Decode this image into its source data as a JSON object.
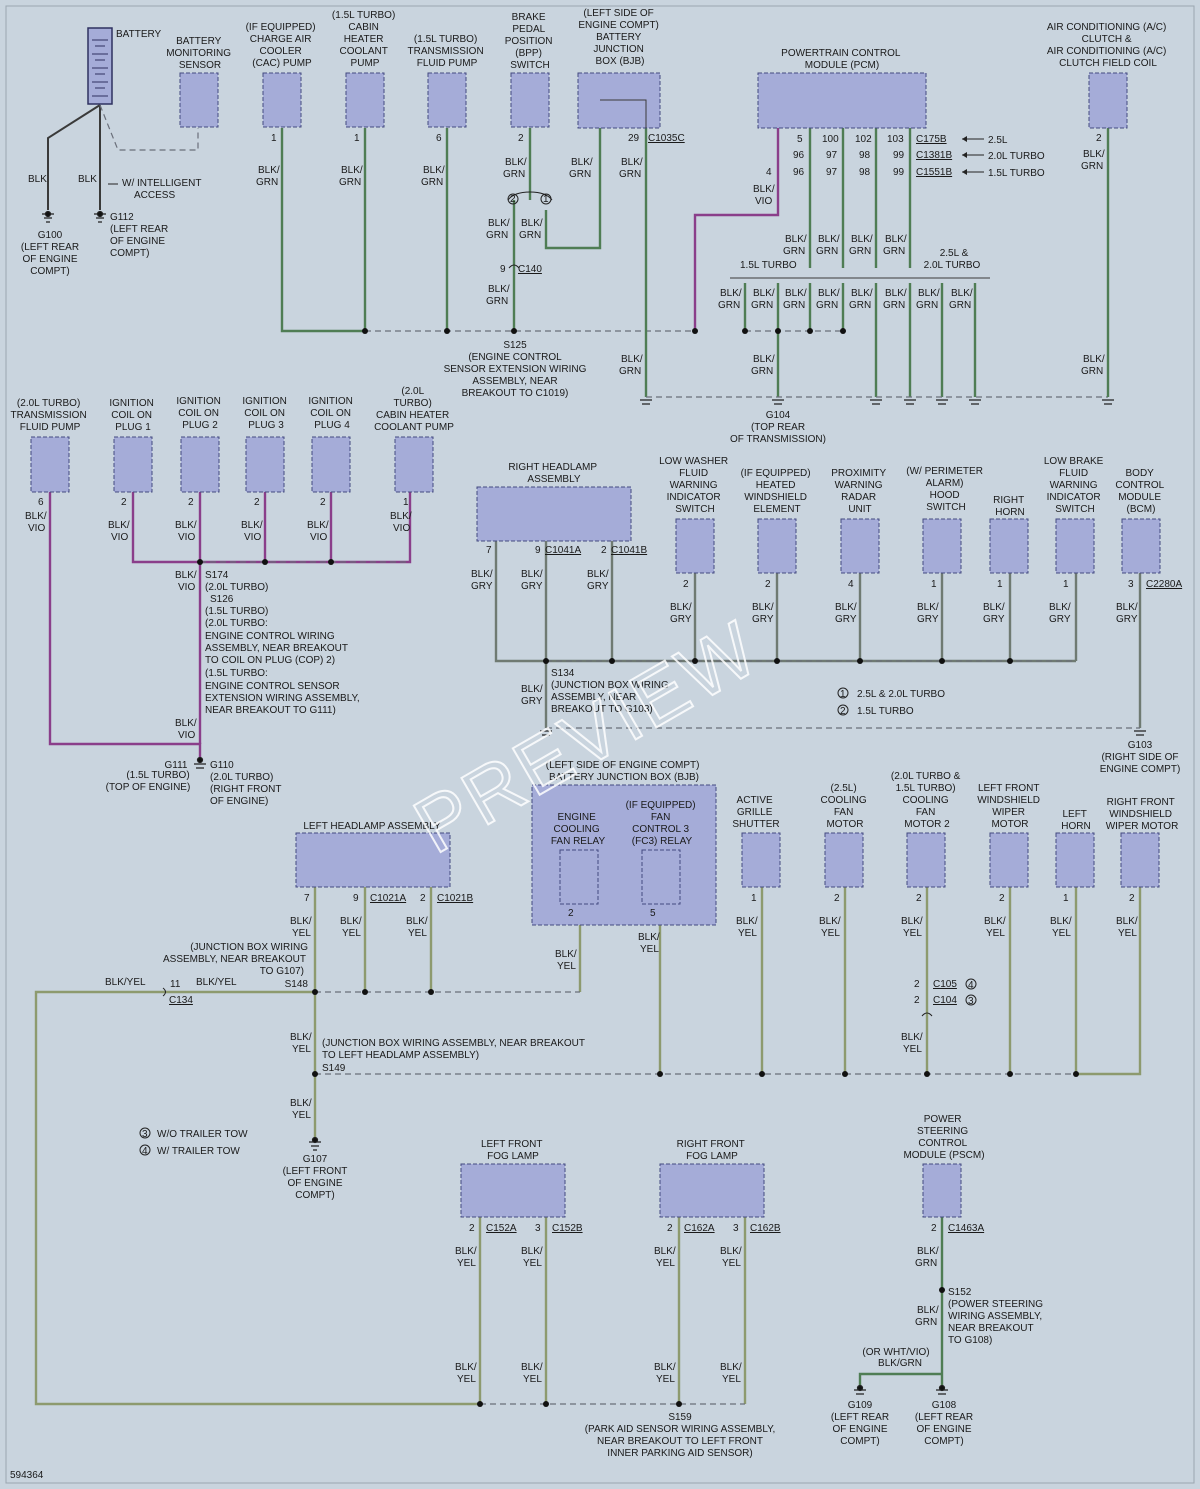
{
  "diagram_id": "594364",
  "watermark": "PREVIEW",
  "legend": {
    "note1": "2.5L & 2.0L TURBO",
    "note2": "1.5L TURBO",
    "note3": "W/O TRAILER TOW",
    "note4": "W/ TRAILER TOW"
  },
  "components": {
    "battery": "BATTERY",
    "bms": [
      "BATTERY",
      "MONITORING",
      "SENSOR"
    ],
    "cac_pump": [
      "(IF EQUIPPED)",
      "CHARGE AIR",
      "COOLER",
      "(CAC) PUMP"
    ],
    "cabin_heater_15": [
      "(1.5L TURBO)",
      "CABIN",
      "HEATER",
      "COOLANT",
      "PUMP"
    ],
    "trans_pump_15": [
      "(1.5L TURBO)",
      "TRANSMISSION",
      "FLUID PUMP"
    ],
    "bpp": [
      "BRAKE",
      "PEDAL",
      "POSITION",
      "(BPP)",
      "SWITCH"
    ],
    "bjb_top": [
      "(LEFT SIDE OF",
      "ENGINE COMPT)",
      "BATTERY",
      "JUNCTION",
      "BOX (BJB)"
    ],
    "pcm": [
      "POWERTRAIN CONTROL",
      "MODULE (PCM)"
    ],
    "ac_clutch": [
      "AIR CONDITIONING (A/C)",
      "CLUTCH &",
      "AIR CONDITIONING (A/C)",
      "CLUTCH FIELD COIL"
    ],
    "trans_pump_20": [
      "(2.0L TURBO)",
      "TRANSMISSION",
      "FLUID PUMP"
    ],
    "coil1": [
      "IGNITION",
      "COIL ON",
      "PLUG 1"
    ],
    "coil2": [
      "IGNITION",
      "COIL ON",
      "PLUG 2"
    ],
    "coil3": [
      "IGNITION",
      "COIL ON",
      "PLUG 3"
    ],
    "coil4": [
      "IGNITION",
      "COIL ON",
      "PLUG 4"
    ],
    "cabin_heater_20": [
      "(2.0L",
      "TURBO)",
      "CABIN HEATER",
      "COOLANT PUMP"
    ],
    "right_headlamp": [
      "RIGHT HEADLAMP",
      "ASSEMBLY"
    ],
    "low_washer": [
      "LOW WASHER",
      "FLUID",
      "WARNING",
      "INDICATOR",
      "SWITCH"
    ],
    "heated_ws": [
      "(IF EQUIPPED)",
      "HEATED",
      "WINDSHIELD",
      "ELEMENT"
    ],
    "radar": [
      "PROXIMITY",
      "WARNING",
      "RADAR",
      "UNIT"
    ],
    "hood_switch": [
      "(W/ PERIMETER",
      "ALARM)",
      "HOOD",
      "SWITCH"
    ],
    "right_horn": [
      "RIGHT",
      "HORN"
    ],
    "low_brake": [
      "LOW BRAKE",
      "FLUID",
      "WARNING",
      "INDICATOR",
      "SWITCH"
    ],
    "bcm": [
      "BODY",
      "CONTROL",
      "MODULE",
      "(BCM)"
    ],
    "left_headlamp": [
      "LEFT HEADLAMP ASSEMBLY"
    ],
    "bjb_mid": [
      "(LEFT SIDE OF ENGINE COMPT)",
      "BATTERY JUNCTION BOX (BJB)"
    ],
    "fan_relay": [
      "ENGINE",
      "COOLING",
      "FAN RELAY"
    ],
    "fc3_relay": [
      "(IF EQUIPPED)",
      "FAN",
      "CONTROL 3",
      "(FC3) RELAY"
    ],
    "grille": [
      "ACTIVE",
      "GRILLE",
      "SHUTTER"
    ],
    "fan_motor": [
      "(2.5L)",
      "COOLING",
      "FAN",
      "MOTOR"
    ],
    "fan_motor2": [
      "(2.0L TURBO &",
      "1.5L TURBO)",
      "COOLING",
      "FAN",
      "MOTOR 2"
    ],
    "lf_wiper": [
      "LEFT FRONT",
      "WINDSHIELD",
      "WIPER",
      "MOTOR"
    ],
    "left_horn": [
      "LEFT",
      "HORN"
    ],
    "rf_wiper": [
      "RIGHT FRONT",
      "WINDSHIELD",
      "WIPER MOTOR"
    ],
    "lf_fog": [
      "LEFT FRONT",
      "FOG LAMP"
    ],
    "rf_fog": [
      "RIGHT FRONT",
      "FOG LAMP"
    ],
    "pscm": [
      "POWER",
      "STEERING",
      "CONTROL",
      "MODULE (PSCM)"
    ]
  },
  "grounds": {
    "g100": [
      "G100",
      "(LEFT REAR",
      "OF ENGINE",
      "COMPT)"
    ],
    "g112": [
      "G112",
      "(LEFT REAR",
      "OF ENGINE",
      "COMPT)"
    ],
    "g104": [
      "G104",
      "(TOP REAR",
      "OF TRANSMISSION)"
    ],
    "g111": [
      "G111",
      "(1.5L TURBO)",
      "(TOP OF ENGINE)"
    ],
    "g110": [
      "G110",
      "(2.0L TURBO)",
      "(RIGHT FRONT",
      "OF ENGINE)"
    ],
    "g103": [
      "G103",
      "(RIGHT SIDE OF",
      "ENGINE COMPT)"
    ],
    "g107": [
      "G107",
      "(LEFT FRONT",
      "OF ENGINE",
      "COMPT)"
    ],
    "g109": [
      "G109",
      "(LEFT REAR",
      "OF ENGINE",
      "COMPT)"
    ],
    "g108": [
      "G108",
      "(LEFT REAR",
      "OF ENGINE",
      "COMPT)"
    ]
  },
  "splices": {
    "s125": [
      "S125",
      "(ENGINE CONTROL",
      "SENSOR EXTENSION WIRING",
      "ASSEMBLY, NEAR",
      "BREAKOUT TO C1019)"
    ],
    "s174": [
      "S174",
      "(2.0L TURBO)",
      "S126",
      "(1.5L TURBO)",
      "(2.0L TURBO:",
      "ENGINE CONTROL WIRING",
      "ASSEMBLY, NEAR BREAKOUT",
      "TO COIL ON PLUG (COP) 2)",
      "(1.5L TURBO:",
      "ENGINE CONTROL SENSOR",
      "EXTENSION WIRING ASSEMBLY,",
      "NEAR BREAKOUT TO G111)"
    ],
    "s134": [
      "S134",
      "(JUNCTION BOX WIRING",
      "ASSEMBLY, NEAR",
      "BREAKOUT TO G103)"
    ],
    "s148": [
      "(JUNCTION BOX WIRING",
      "ASSEMBLY, NEAR BREAKOUT",
      "TO G107)",
      "S148"
    ],
    "s149": [
      "(JUNCTION BOX WIRING ASSEMBLY, NEAR BREAKOUT",
      "TO LEFT HEADLAMP ASSEMBLY)",
      "S149"
    ],
    "s152": [
      "S152",
      "(POWER STEERING",
      "WIRING ASSEMBLY,",
      "NEAR BREAKOUT",
      "TO G108)"
    ],
    "s159": [
      "S159",
      "(PARK AID SENSOR WIRING ASSEMBLY,",
      "NEAR BREAKOUT TO LEFT FRONT",
      "INNER PARKING AID SENSOR)"
    ]
  },
  "connectors": {
    "c1035c": "C1035C",
    "c140": "C140",
    "c175b": "C175B",
    "c1381b": "C1381B",
    "c1551b": "C1551B",
    "c1041a": "C1041A",
    "c1041b": "C1041B",
    "c2280a": "C2280A",
    "c1021a": "C1021A",
    "c1021b": "C1021B",
    "c134": "C134",
    "c105": "C105",
    "c104": "C104",
    "c152a": "C152A",
    "c152b": "C152B",
    "c162a": "C162A",
    "c162b": "C162B",
    "c1463a": "C1463A"
  },
  "engines": {
    "e25": "2.5L",
    "e20t": "2.0L TURBO",
    "e15t": "1.5L TURBO",
    "both": [
      "2.5L &",
      "2.0L TURBO"
    ]
  },
  "notes": {
    "intelligent": [
      "W/ INTELLIGENT",
      "ACCESS"
    ],
    "or_wht": [
      "(OR WHT/VIO)",
      "BLK/GRN"
    ]
  },
  "wires": {
    "blk": "BLK",
    "blk_grn": [
      "BLK/",
      "GRN"
    ],
    "blk_vio": [
      "BLK/",
      "VIO"
    ],
    "blk_gry": [
      "BLK/",
      "GRY"
    ],
    "blk_yel": [
      "BLK/",
      "YEL"
    ],
    "blk_yel_line": "BLK/YEL"
  },
  "pins": {
    "p1": "1",
    "p2": "2",
    "p3": "3",
    "p4": "4",
    "p5": "5",
    "p6": "6",
    "p7": "7",
    "p9": "9",
    "p11": "11",
    "p29": "29",
    "p96": "96",
    "p97": "97",
    "p98": "98",
    "p99": "99",
    "p100": "100",
    "p102": "102",
    "p103": "103"
  }
}
